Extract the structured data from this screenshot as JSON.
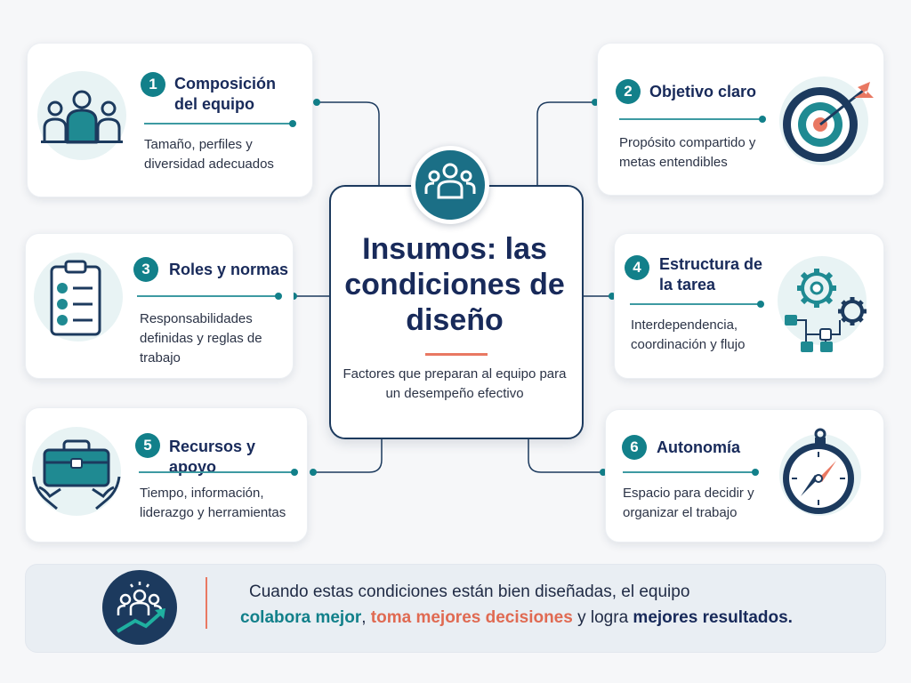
{
  "center": {
    "title": "Insumos: las condiciones de diseño",
    "subtitle": "Factores que preparan al equipo para un desempeño efectivo",
    "icon": "team-icon"
  },
  "cards": [
    {
      "number": "1",
      "title": "Composición del equipo",
      "desc": "Tamaño, perfiles y diversidad adecuados",
      "icon": "team-composition-icon"
    },
    {
      "number": "2",
      "title": "Objetivo claro",
      "desc": "Propósito compartido y metas entendibles",
      "icon": "target-icon"
    },
    {
      "number": "3",
      "title": "Roles y normas",
      "desc": "Responsabilidades definidas y reglas de trabajo",
      "icon": "clipboard-checklist-icon"
    },
    {
      "number": "4",
      "title": "Estructura de la tarea",
      "desc": "Interdependencia, coordinación y flujo",
      "icon": "gears-workflow-icon"
    },
    {
      "number": "5",
      "title": "Recursos y apoyo",
      "desc": "Tiempo, información, liderazgo y herramientas",
      "icon": "toolbox-hands-icon"
    },
    {
      "number": "6",
      "title": "Autonomía",
      "desc": "Espacio para decidir y organizar el trabajo",
      "icon": "compass-icon"
    }
  ],
  "bottom": {
    "line1": "Cuando estas condiciones están bien diseñadas, el equipo",
    "part1": "colabora mejor",
    "sep1": ", ",
    "part2": "toma mejores decisiones",
    "sep2": " y logra ",
    "part3": "mejores resultados.",
    "icon": "team-growth-icon"
  },
  "colors": {
    "teal": "#12808a",
    "navy": "#182a5a",
    "coral": "#e97862",
    "background": "#f6f7f9"
  }
}
